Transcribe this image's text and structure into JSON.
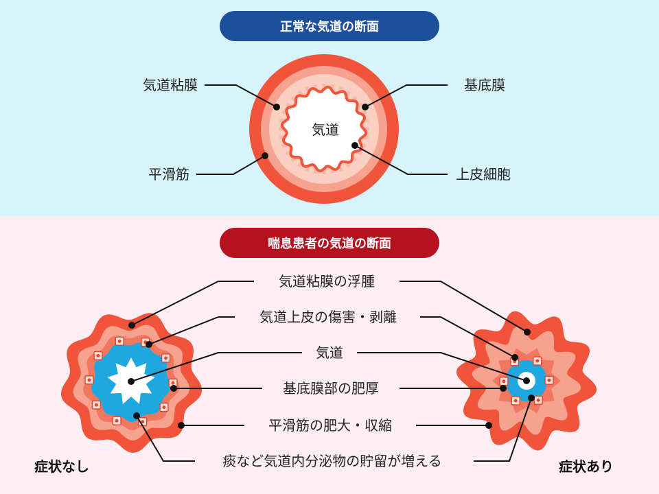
{
  "colors": {
    "top_bg": "#d6f4fa",
    "bottom_bg": "#fdeef4",
    "top_pill": "#1d4f9a",
    "bottom_pill": "#b51220",
    "outer_ring": "#f0553c",
    "smooth_muscle": "#f6a28e",
    "membrane": "#f07860",
    "airway_fluid": "#1fa8e0",
    "lumen": "#ffffff"
  },
  "normal": {
    "title": "正常な気道の断面",
    "center_label": "気道",
    "labels": {
      "mucosa": "気道粘膜",
      "basement_membrane": "基底膜",
      "smooth_muscle": "平滑筋",
      "epithelial_cells": "上皮細胞"
    }
  },
  "asthma": {
    "title": "喘息患者の気道の断面",
    "labels": {
      "mucosal_edema": "気道粘膜の浮腫",
      "epithelial_damage": "気道上皮の傷害・剥離",
      "airway": "気道",
      "basement_thickening": "基底膜部の肥厚",
      "muscle_hypertrophy": "平滑筋の肥大・収縮",
      "secretion_retention": "痰など気道内分泌物の貯留が増える"
    },
    "without_symptoms": "症状なし",
    "with_symptoms": "症状あり"
  }
}
